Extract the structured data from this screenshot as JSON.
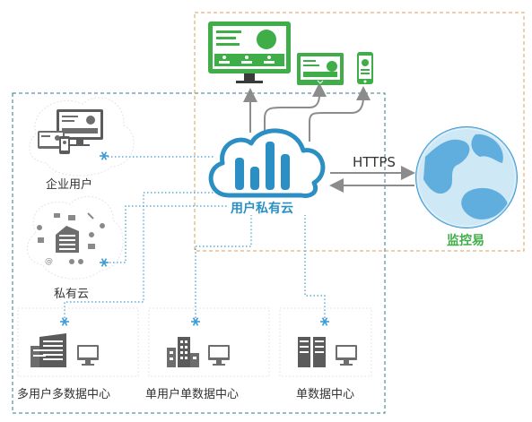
{
  "labels": {
    "enterprise_user": "企业用户",
    "private_cloud": "私有云",
    "user_private_cloud": "用户私有云",
    "protocol": "HTTPS",
    "jiankongyi": "监控易",
    "multi_user_multi_dc": "多用户多数据中心",
    "single_user_single_dc": "单用户单数据中心",
    "single_dc": "单数据中心"
  },
  "colors": {
    "accent_green": "#3fae49",
    "cloud_blue": "#2b8fc4",
    "dash_orange": "#d9a05b",
    "dash_teal": "#2e7d80",
    "dotted_blue": "#3a9bd6",
    "icon_gray": "#6d6d6d",
    "arrow_gray": "#8c8c8c"
  },
  "icons": [
    "monitor-icon",
    "tablet-icon",
    "phone-icon",
    "cloud-chart-icon",
    "globe-icon",
    "building-icon",
    "server-icon",
    "snowflake-icon"
  ]
}
